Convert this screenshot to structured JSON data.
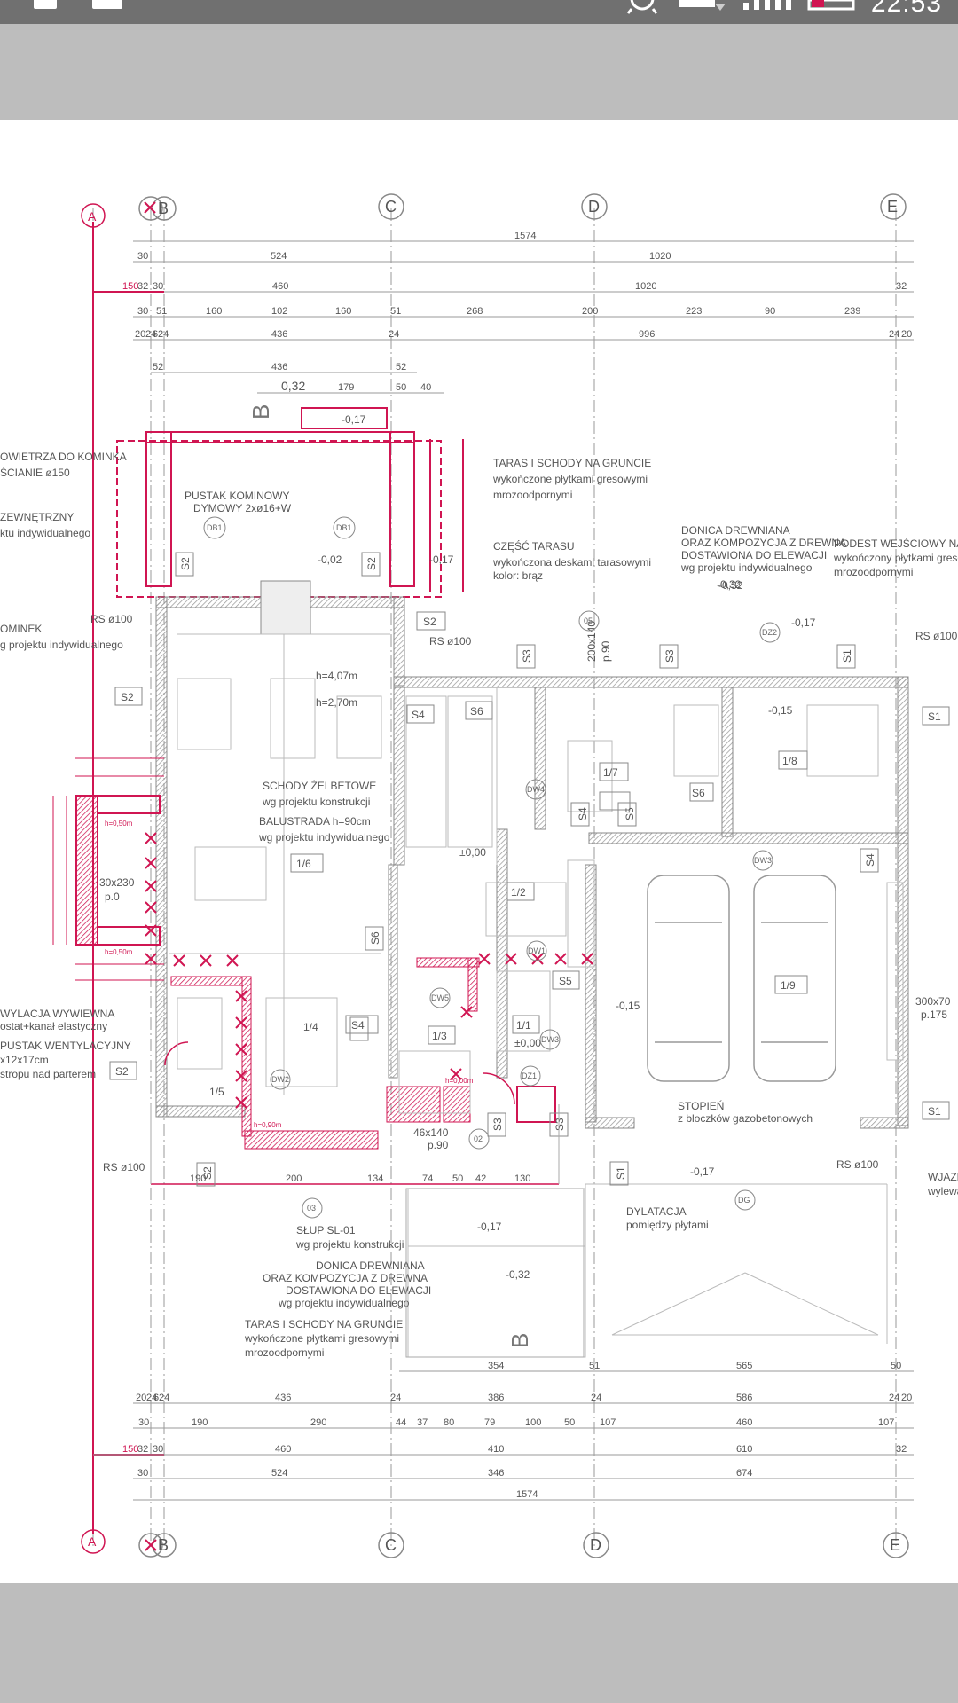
{
  "status_bar": {
    "time": "22:53",
    "icons": [
      "notification-icon",
      "notification-icon",
      "alarm-icon",
      "wifi-icon",
      "signal-icon",
      "battery-icon"
    ]
  },
  "drawing": {
    "axes": {
      "a": "A",
      "b": "B",
      "c": "C",
      "d": "D",
      "e": "E"
    },
    "dims_top": {
      "row1": [
        "1574"
      ],
      "row2": [
        "30",
        "524",
        "1020"
      ],
      "row3": [
        "150",
        "32",
        "30",
        "460",
        "1020",
        "32"
      ],
      "row4": [
        "30",
        "51",
        "160",
        "102",
        "160",
        "51",
        "268",
        "200",
        "223",
        "90",
        "239"
      ],
      "row5": [
        "20",
        "24",
        "6",
        "24",
        "436",
        "24",
        "996",
        "24",
        "20"
      ],
      "row6": [
        "52",
        "436",
        "52"
      ],
      "row7": [
        "0,32",
        "179",
        "50",
        "40"
      ]
    },
    "dims_bottom": {
      "row1": [
        "354",
        "51",
        "565",
        "50"
      ],
      "row2": [
        "20",
        "24",
        "6",
        "24",
        "436",
        "24",
        "386",
        "24",
        "586",
        "24",
        "20"
      ],
      "row3": [
        "30",
        "190",
        "290",
        "44",
        "37",
        "80",
        "79",
        "100",
        "50",
        "107",
        "460",
        "107"
      ],
      "row4": [
        "150",
        "32",
        "30",
        "460",
        "410",
        "610",
        "32"
      ],
      "row5": [
        "30",
        "524",
        "346",
        "674"
      ],
      "row6": [
        "1574"
      ],
      "row7": [
        "190",
        "200",
        "134",
        "74",
        "50",
        "42",
        "130"
      ]
    },
    "labels": {
      "wall_left_1": "OWIETRZA DO KOMINKA",
      "wall_left_2": "ŚCIANIE ø150",
      "wall_left_3": "ZEWNĘTRZNY",
      "wall_left_4": "ktu indywidualnego",
      "wall_left_5": "OMINEK",
      "wall_left_6": "g projektu indywidualnego",
      "pustak": "PUSTAK KOMINOWY",
      "pustak_2": "DYMOWY 2xø16+W",
      "taras_top": "TARAS I SCHODY NA GRUNCIE",
      "taras_top_2": "wykończone płytkami gresowymi",
      "taras_top_3": "mrozoodpornymi",
      "czesc": "CZĘŚĆ TARASU",
      "czesc_2": "wykończona deskami tarasowymi",
      "czesc_3": "kolor: brąz",
      "donica_top": "DONICA DREWNIANA",
      "donica_top_2": "ORAZ KOMPOZYCJA Z DREWNA",
      "donica_top_3": "DOSTAWIONA DO ELEWACJI",
      "donica_top_4": "wg projektu indywidualnego",
      "podest": "PODEST WEJŚCIOWY NA GR",
      "podest_2": "wykończony płytkami greso",
      "podest_3": "mrozoodpornymi",
      "rs100_a": "RS ø100",
      "rs100_b": "RS ø100",
      "rs100_c": "RS ø100",
      "rs100_d": "RS ø100",
      "rs100_e": "RS ø100",
      "h407": "h=4,07m",
      "h270": "h=2,70m",
      "schody": "SCHODY ŻELBETOWE",
      "schody_2": "wg projektu konstrukcji",
      "balustrada": "BALUSTRADA h=90cm",
      "balustrada_2": "wg projektu indywidualnego",
      "room_16": "1/6",
      "room_17": "1/7",
      "room_18": "1/8",
      "room_19": "1/9",
      "room_12": "1/2",
      "room_13": "1/3",
      "room_14": "1/4",
      "room_15": "1/5",
      "room_11": "1/1",
      "s1": "S1",
      "s2": "S2",
      "s3": "S3",
      "s4": "S4",
      "s5": "S5",
      "s6": "S6",
      "wentyl": "WYLACJA WYWIEWNA",
      "wentyl_2": "ostat+kanał elastyczny",
      "pustak_went": "PUSTAK WENTYLACYJNY",
      "pustak_went_2": "x12x17cm",
      "pustak_went_3": "stropu nad parterem",
      "slup": "SŁUP SL-01",
      "slup_2": "wg projektu konstrukcji",
      "donica_bot": "DONICA DREWNIANA",
      "donica_bot_2": "ORAZ KOMPOZYCJA Z DREWNA",
      "donica_bot_3": "DOSTAWIONA DO ELEWACJI",
      "donica_bot_4": "wg projektu indywidualnego",
      "taras_bot": "TARAS I SCHODY NA GRUNCIE",
      "taras_bot_2": "wykończone płytkami gresowymi",
      "taras_bot_3": "mrozoodpornymi",
      "stopien": "STOPIEŃ",
      "stopien_2": "z bloczków gazobetonowych",
      "dylatacja": "DYLATACJA",
      "dylatacja_2": "pomiędzy płytami",
      "wjazd": "WJAZDO",
      "wjazd_2": "wylewa",
      "lvl_000": "±0,00",
      "lvl_015": "-0,15",
      "lvl_017": "-0,17",
      "lvl_032": "-0,32",
      "lvl_002": "-0,02",
      "win_300x70": "300x70",
      "win_p175": "p.175",
      "win_200x140": "200x140",
      "win_p90": "p.90",
      "win_46x140": "46x140",
      "win_p90b": "p.90",
      "win_130x230": "30x230",
      "win_p0": "p.0",
      "h050a": "h=0,50m",
      "h050b": "h=0,50m",
      "h090": "h=0,90m",
      "h000": "h=0,00m",
      "dw": "DW1",
      "dw2": "DW2",
      "dw3": "DW3",
      "dw4": "DW4",
      "dw5": "DW5",
      "dz1": "DZ1",
      "dz2": "DZ2",
      "db1": "DB1",
      "o2": "02",
      "o3": "03",
      "o5": "05",
      "dg": "DG",
      "b_mark": "B"
    },
    "colors": {
      "accent": "#d01552",
      "lines": "#888888",
      "walls": "#a9a9a9"
    }
  }
}
